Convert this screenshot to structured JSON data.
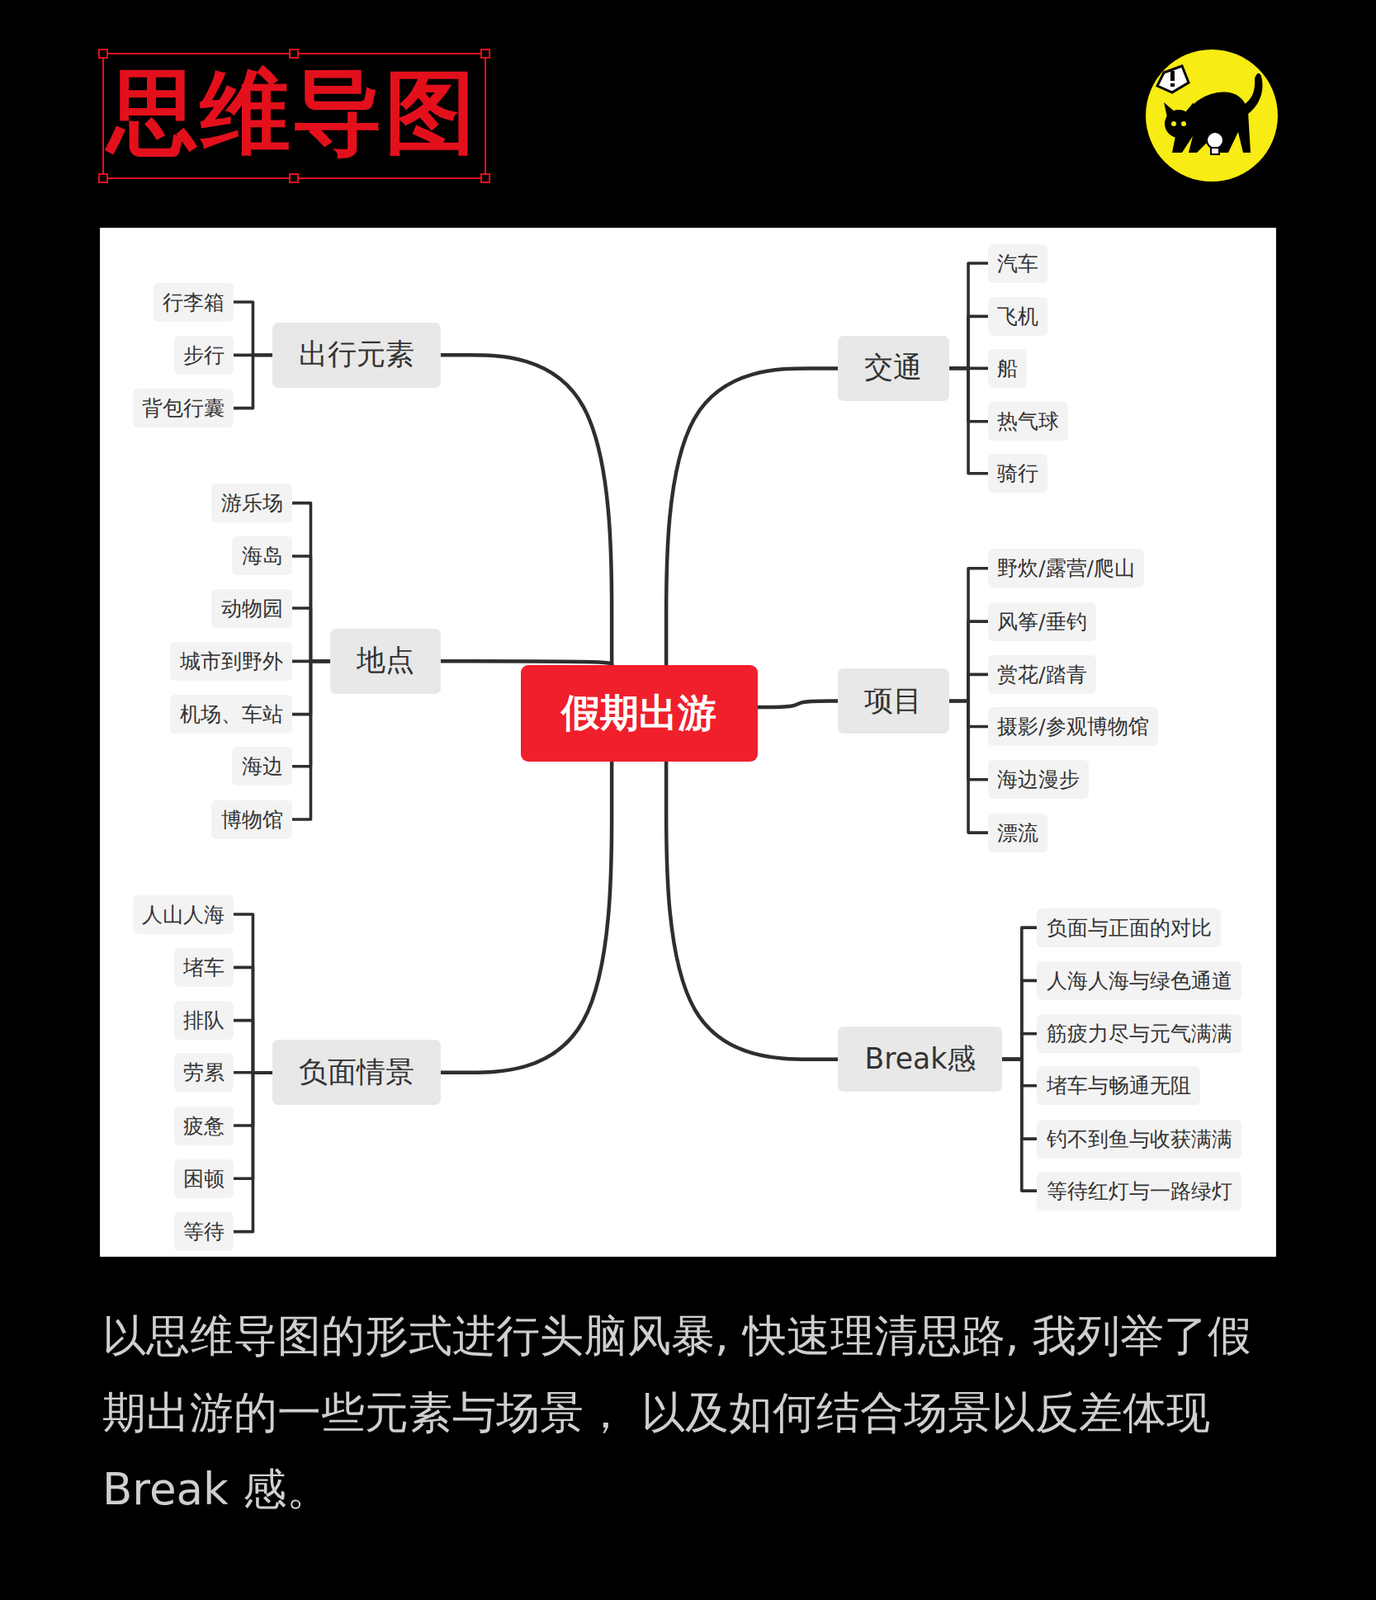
{
  "diagram": {
    "title": "思维导图",
    "caption": "以思维导图的形式进行头脑风暴, 快速理清思路, 我列举了假期出游的一些元素与场景， 以及如何结合场景以反差体现 Break 感。",
    "nodes": [
      {
        "text": [
          "假期出游"
        ]
      },
      {
        "text": [
          "出行元素"
        ]
      },
      {
        "text": [
          "行李箱"
        ]
      },
      {
        "text": [
          "步行"
        ]
      },
      {
        "text": [
          "背包行囊"
        ]
      },
      {
        "text": [
          "交通"
        ]
      },
      {
        "text": [
          "汽车"
        ]
      },
      {
        "text": [
          "飞机"
        ]
      },
      {
        "text": [
          "船"
        ]
      },
      {
        "text": [
          "热气球"
        ]
      },
      {
        "text": [
          "骑行"
        ]
      },
      {
        "text": [
          "地点"
        ]
      },
      {
        "text": [
          "游乐场"
        ]
      },
      {
        "text": [
          "海岛"
        ]
      },
      {
        "text": [
          "动物园"
        ]
      },
      {
        "text": [
          "城市到野外"
        ]
      },
      {
        "text": [
          "机场、车站"
        ]
      },
      {
        "text": [
          "海边"
        ]
      },
      {
        "text": [
          "博物馆"
        ]
      },
      {
        "text": [
          "项目"
        ]
      },
      {
        "text": [
          "野炊/露营/爬山"
        ]
      },
      {
        "text": [
          "风筝/垂钓"
        ]
      },
      {
        "text": [
          "赏花/踏青"
        ]
      },
      {
        "text": [
          "摄影/参观博物馆"
        ]
      },
      {
        "text": [
          "海边漫步"
        ]
      },
      {
        "text": [
          "漂流"
        ]
      },
      {
        "text": [
          "负面情景"
        ]
      },
      {
        "text": [
          "人山人海"
        ]
      },
      {
        "text": [
          "堵车"
        ]
      },
      {
        "text": [
          "排队"
        ]
      },
      {
        "text": [
          "劳累"
        ]
      },
      {
        "text": [
          "疲惫"
        ]
      },
      {
        "text": [
          "困顿"
        ]
      },
      {
        "text": [
          "等待"
        ]
      },
      {
        "text": [
          "Break感"
        ]
      },
      {
        "text": [
          "负面与正面的对比"
        ]
      },
      {
        "text": [
          "人海人海与绿色通道"
        ]
      },
      {
        "text": [
          "筋疲力尽与元气满满"
        ]
      },
      {
        "text": [
          "堵车与畅通无阻"
        ]
      },
      {
        "text": [
          "钓不到鱼与收获满满"
        ]
      },
      {
        "text": [
          "等待红灯与一路绿灯"
        ]
      }
    ],
    "edges": [
      {
        "from": 0,
        "to": 1,
        "arrow": "none"
      },
      {
        "from": 1,
        "to": 2,
        "arrow": "none"
      },
      {
        "from": 1,
        "to": 3,
        "arrow": "none"
      },
      {
        "from": 1,
        "to": 4,
        "arrow": "none"
      },
      {
        "from": 0,
        "to": 5,
        "arrow": "none"
      },
      {
        "from": 5,
        "to": 6,
        "arrow": "none"
      },
      {
        "from": 5,
        "to": 7,
        "arrow": "none"
      },
      {
        "from": 5,
        "to": 8,
        "arrow": "none"
      },
      {
        "from": 5,
        "to": 9,
        "arrow": "none"
      },
      {
        "from": 5,
        "to": 10,
        "arrow": "none"
      },
      {
        "from": 0,
        "to": 11,
        "arrow": "none"
      },
      {
        "from": 11,
        "to": 12,
        "arrow": "none"
      },
      {
        "from": 11,
        "to": 13,
        "arrow": "none"
      },
      {
        "from": 11,
        "to": 14,
        "arrow": "none"
      },
      {
        "from": 11,
        "to": 15,
        "arrow": "none"
      },
      {
        "from": 11,
        "to": 16,
        "arrow": "none"
      },
      {
        "from": 11,
        "to": 17,
        "arrow": "none"
      },
      {
        "from": 11,
        "to": 18,
        "arrow": "none"
      },
      {
        "from": 0,
        "to": 19,
        "arrow": "none"
      },
      {
        "from": 19,
        "to": 20,
        "arrow": "none"
      },
      {
        "from": 19,
        "to": 21,
        "arrow": "none"
      },
      {
        "from": 19,
        "to": 22,
        "arrow": "none"
      },
      {
        "from": 19,
        "to": 23,
        "arrow": "none"
      },
      {
        "from": 19,
        "to": 24,
        "arrow": "none"
      },
      {
        "from": 19,
        "to": 25,
        "arrow": "none"
      },
      {
        "from": 0,
        "to": 26,
        "arrow": "none"
      },
      {
        "from": 26,
        "to": 27,
        "arrow": "none"
      },
      {
        "from": 26,
        "to": 28,
        "arrow": "none"
      },
      {
        "from": 26,
        "to": 29,
        "arrow": "none"
      },
      {
        "from": 26,
        "to": 30,
        "arrow": "none"
      },
      {
        "from": 26,
        "to": 31,
        "arrow": "none"
      },
      {
        "from": 26,
        "to": 32,
        "arrow": "none"
      },
      {
        "from": 26,
        "to": 33,
        "arrow": "none"
      },
      {
        "from": 0,
        "to": 34,
        "arrow": "none"
      },
      {
        "from": 34,
        "to": 35,
        "arrow": "none"
      },
      {
        "from": 34,
        "to": 36,
        "arrow": "none"
      },
      {
        "from": 34,
        "to": 37,
        "arrow": "none"
      },
      {
        "from": 34,
        "to": 38,
        "arrow": "none"
      },
      {
        "from": 34,
        "to": 39,
        "arrow": "none"
      },
      {
        "from": 34,
        "to": 40,
        "arrow": "none"
      }
    ]
  }
}
